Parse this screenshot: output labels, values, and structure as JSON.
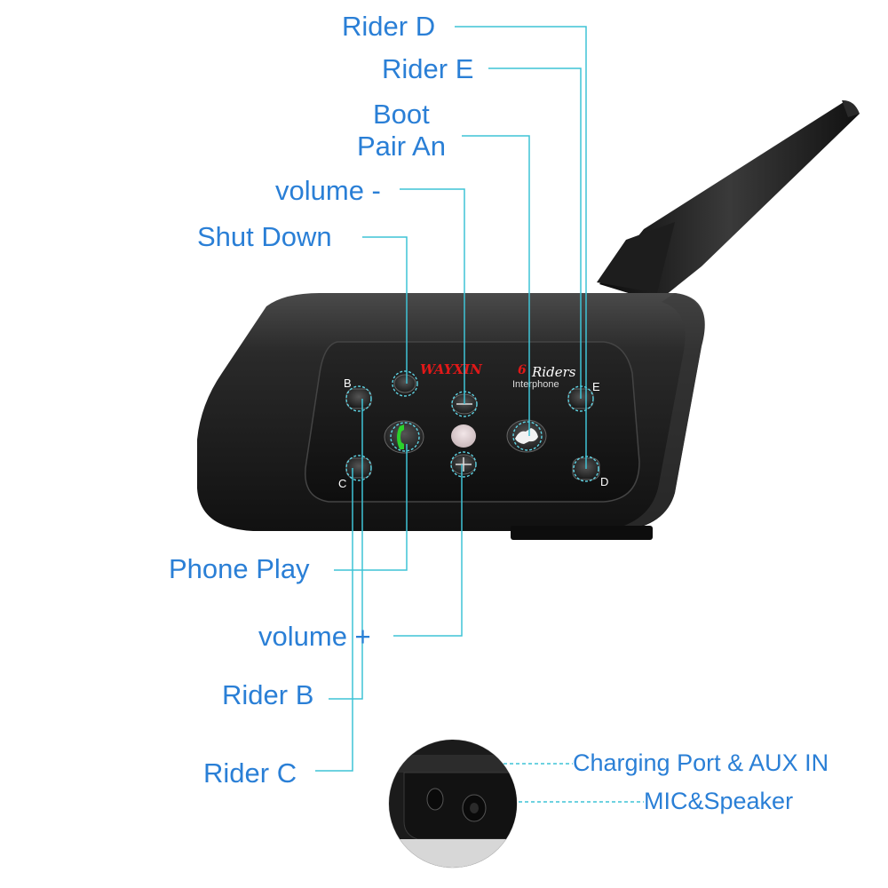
{
  "device": {
    "brand": "WAYXIN",
    "badge": "6",
    "riders_text": "Riders",
    "subtitle": "Interphone",
    "button_letters": {
      "b": "B",
      "c": "C",
      "d": "D",
      "e": "E"
    }
  },
  "callouts": {
    "rider_d": "Rider D",
    "rider_e": "Rider E",
    "boot_line1": "Boot",
    "boot_line2": "Pair An",
    "volume_minus": "volume -",
    "shut_down": "Shut Down",
    "phone_play": "Phone Play",
    "volume_plus": "volume +",
    "rider_b": "Rider B",
    "rider_c": "Rider C",
    "charging_port": "Charging Port & AUX IN",
    "mic_speaker": "MIC&Speaker"
  },
  "colors": {
    "label_text": "#2a7fd6",
    "leader_line": "#3fc3d6",
    "device_body": "#1a1a1a",
    "phone_button_green": "#2bd12b",
    "brand_red": "#e01818"
  }
}
